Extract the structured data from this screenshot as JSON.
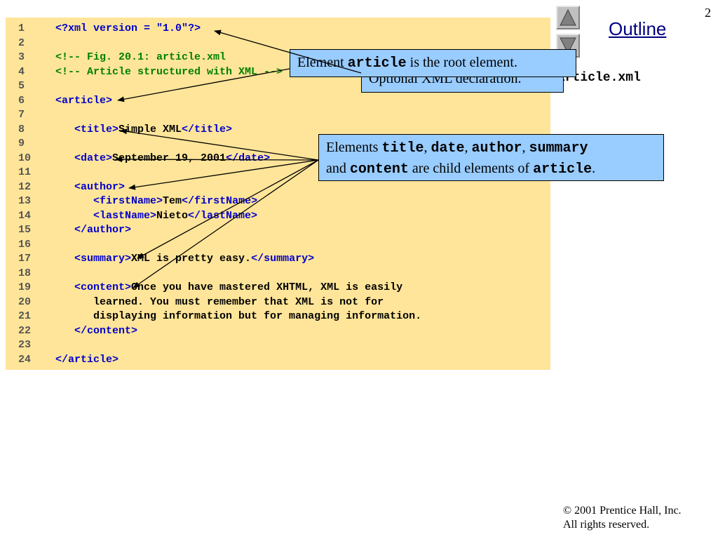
{
  "page_number": "2",
  "outline": {
    "title": "Outline"
  },
  "nav": {
    "up_icon": "triangle-up-icon",
    "down_icon": "triangle-down-icon"
  },
  "filename": "article.xml",
  "code": {
    "lines": [
      {
        "num": "1",
        "indent": 0,
        "parts": [
          {
            "t": "tag",
            "v": "<?xml "
          },
          {
            "t": "tag",
            "v": "version"
          },
          {
            "t": "tag",
            "v": " = "
          },
          {
            "t": "str",
            "v": "\"1.0\""
          },
          {
            "t": "tag",
            "v": "?>"
          }
        ]
      },
      {
        "num": "2",
        "indent": 0,
        "parts": []
      },
      {
        "num": "3",
        "indent": 0,
        "parts": [
          {
            "t": "comment",
            "v": "<!-- Fig. 20.1: article.xml"
          }
        ]
      },
      {
        "num": "4",
        "indent": 0,
        "parts": [
          {
            "t": "comment",
            "v": "<!-- Article structured with XML -->"
          }
        ]
      },
      {
        "num": "5",
        "indent": 0,
        "parts": []
      },
      {
        "num": "6",
        "indent": 0,
        "parts": [
          {
            "t": "tag",
            "v": "<article>"
          }
        ]
      },
      {
        "num": "7",
        "indent": 0,
        "parts": []
      },
      {
        "num": "8",
        "indent": 1,
        "parts": [
          {
            "t": "tag",
            "v": "<title>"
          },
          {
            "t": "text",
            "v": "Simple XML"
          },
          {
            "t": "tag",
            "v": "</title>"
          }
        ]
      },
      {
        "num": "9",
        "indent": 0,
        "parts": []
      },
      {
        "num": "10",
        "indent": 1,
        "parts": [
          {
            "t": "tag",
            "v": "<date>"
          },
          {
            "t": "text",
            "v": "September 19, 2001"
          },
          {
            "t": "tag",
            "v": "</date>"
          }
        ]
      },
      {
        "num": "11",
        "indent": 0,
        "parts": []
      },
      {
        "num": "12",
        "indent": 1,
        "parts": [
          {
            "t": "tag",
            "v": "<author>"
          }
        ]
      },
      {
        "num": "13",
        "indent": 2,
        "parts": [
          {
            "t": "tag",
            "v": "<firstName>"
          },
          {
            "t": "text",
            "v": "Tem"
          },
          {
            "t": "tag",
            "v": "</firstName>"
          }
        ]
      },
      {
        "num": "14",
        "indent": 2,
        "parts": [
          {
            "t": "tag",
            "v": "<lastName>"
          },
          {
            "t": "text",
            "v": "Nieto"
          },
          {
            "t": "tag",
            "v": "</lastName>"
          }
        ]
      },
      {
        "num": "15",
        "indent": 1,
        "parts": [
          {
            "t": "tag",
            "v": "</author>"
          }
        ]
      },
      {
        "num": "16",
        "indent": 0,
        "parts": []
      },
      {
        "num": "17",
        "indent": 1,
        "parts": [
          {
            "t": "tag",
            "v": "<summary>"
          },
          {
            "t": "text",
            "v": "XML is pretty easy."
          },
          {
            "t": "tag",
            "v": "</summary>"
          }
        ]
      },
      {
        "num": "18",
        "indent": 0,
        "parts": []
      },
      {
        "num": "19",
        "indent": 1,
        "parts": [
          {
            "t": "tag",
            "v": "<content>"
          },
          {
            "t": "text",
            "v": "Once you have mastered XHTML, XML is easily"
          }
        ]
      },
      {
        "num": "20",
        "indent": 2,
        "parts": [
          {
            "t": "text",
            "v": "learned. You must remember that XML is not for"
          }
        ]
      },
      {
        "num": "21",
        "indent": 2,
        "parts": [
          {
            "t": "text",
            "v": "displaying information but for managing information."
          }
        ]
      },
      {
        "num": "22",
        "indent": 1,
        "parts": [
          {
            "t": "tag",
            "v": "</content>"
          }
        ]
      },
      {
        "num": "23",
        "indent": 0,
        "parts": []
      },
      {
        "num": "24",
        "indent": 0,
        "parts": [
          {
            "t": "tag",
            "v": "</article>"
          }
        ]
      }
    ]
  },
  "callouts": {
    "declaration": {
      "text": "Optional XML declaration."
    },
    "root": {
      "pre": "Element ",
      "code": "article",
      "post": " is the root element."
    },
    "children": {
      "line1_pre": "Elements ",
      "c1": "title",
      "sep1": ", ",
      "c2": "date",
      "sep2": ", ",
      "c3": "author",
      "sep3": ", ",
      "c4": "summary",
      "line2_pre": "and ",
      "c5": "content",
      "mid": " are child elements of ",
      "c6": "article",
      "end": "."
    }
  },
  "colors": {
    "code_bg": "#ffe599",
    "callout_bg": "#99ccff",
    "tag": "#0000cc",
    "comment": "#008000"
  },
  "copyright": {
    "symbol": "©",
    "line1": " 2001 Prentice Hall, Inc.",
    "line2": "All rights reserved."
  }
}
